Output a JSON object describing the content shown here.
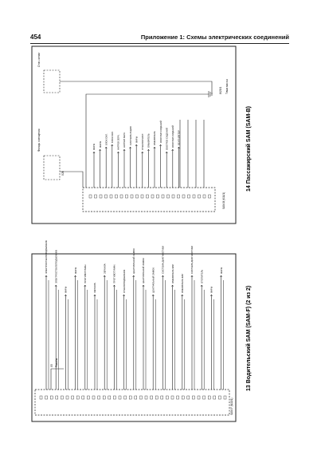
{
  "header": {
    "page_number": "454",
    "title": "Приложение 1: Схемы электрических соединений"
  },
  "diagram_top": {
    "caption": "14 Пассажирский SAM (SAM-B)",
    "unit_label": "SAM-B (K11/1)",
    "left_box_label": "Фонарь освещения",
    "right_box_label": "Стоп-сигнал",
    "ground_label": "W23/1",
    "ground_desc": "Точка массы",
    "connector_label": "X26",
    "signals": [
      "ФАРЫ",
      "ФАРЫ",
      "БЛОК ОХЛ.",
      "БЛОК ОХЛ.",
      "НАГРЕВ ЗЕРК.",
      "НАГРЕВ ЗЕРК.",
      "СИСТЕМА АУДИО",
      "ФАРЫ",
      "СТЕКЛООЧИСТ.",
      "ОМЫВАТЕЛЬ",
      "ОМЫВАТЕЛЬ",
      "ОБОГРЕВ СИДЕНИЙ",
      "ОБОГРЕВ СИДЕНИЙ",
      "ОБОГРЕВ СИДЕНИЙ",
      "ВЕНТИЛЯТОР"
    ]
  },
  "diagram_bottom": {
    "caption": "13 Водительский SAM (SAM-F) (2 из 2)",
    "unit_label": "SAM-F (N10/1)",
    "side_label": "X5",
    "side_desc": "Разъём",
    "signals": [
      "ЭЛЕКТРОСТЕКЛОПОДЪЕМНИК",
      "ЭЛЕКТРОСТЕКЛОПОДЪЕМНИК",
      "ФАРЫ",
      "ФАРЫ",
      "ПРОТИВОТУМАН.",
      "ЗЕРКАЛА",
      "ЗЕРКАЛА",
      "ПРОТИВОТУМАН.",
      "СТЕКЛОПОДЪЕМНИК",
      "ЦЕНТРАЛЬНЫЙ ЗАМОК",
      "ЦЕНТРАЛЬНЫЙ ЗАМОК",
      "ЦЕНТРАЛЬНЫЙ ЗАМОК",
      "СИСТЕМА ДИАГНОСТИКИ",
      "ОМЫВАТЕЛЬ ФАР",
      "ОМЫВАТЕЛЬ ФАР",
      "СИСТЕМА ДИАГНОСТИКИ",
      "ОТОПИТЕЛЬ",
      "ФАРЫ",
      "ФАРЫ"
    ]
  },
  "colors": {
    "line": "#1a1a1a",
    "fill": "#ffffff"
  }
}
